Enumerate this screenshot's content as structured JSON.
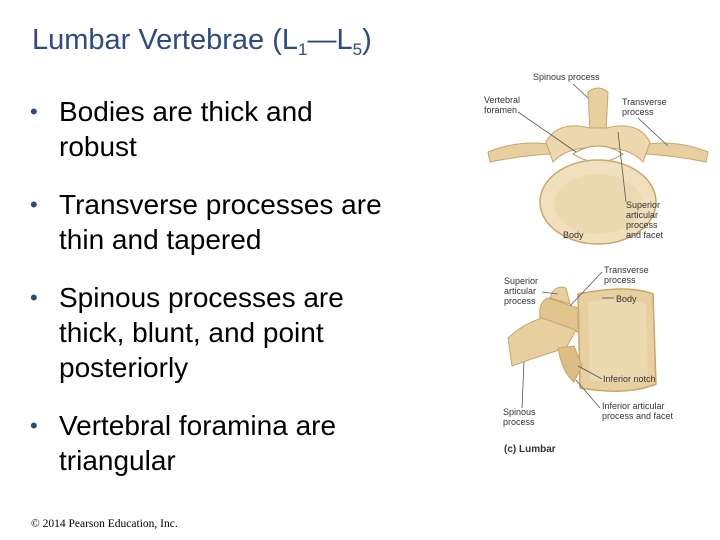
{
  "title": {
    "main": "Lumbar Vertebrae (L",
    "sub1": "1",
    "dash": "—L",
    "sub2": "5",
    "close": ")"
  },
  "bullets": [
    {
      "line1": "Bodies are thick and",
      "line2": "robust"
    },
    {
      "line1": "Transverse processes are",
      "line2": "thin and tapered"
    },
    {
      "line1": "Spinous processes are",
      "line2": "thick, blunt, and point",
      "line3": "posteriorly"
    },
    {
      "line1": "Vertebral foramina are",
      "line2": "triangular"
    }
  ],
  "bullet_glyph": "•",
  "figure": {
    "top_view": {
      "spinous_process": "Spinous process",
      "vertebral_foramen_1": "Vertebral",
      "vertebral_foramen_2": "foramen",
      "transverse_process_1": "Transverse",
      "transverse_process_2": "process",
      "superior_articular_1": "Superior",
      "superior_articular_2": "articular",
      "superior_articular_3": "process",
      "superior_articular_4": "and facet",
      "body": "Body"
    },
    "side_view": {
      "superior_articular_1": "Superior",
      "superior_articular_2": "articular",
      "superior_articular_3": "process",
      "transverse_process_1": "Transverse",
      "transverse_process_2": "process",
      "body": "Body",
      "inferior_notch": "Inferior notch",
      "spinous_process_1": "Spinous",
      "spinous_process_2": "process",
      "inferior_articular_1": "Inferior articular",
      "inferior_articular_2": "process and facet"
    },
    "caption": "(c) Lumbar"
  },
  "copyright": "© 2014 Pearson Education, Inc.",
  "colors": {
    "title": "#2e4b7d",
    "bone": "#e8cf9f",
    "bone_dark": "#c9a56a"
  }
}
